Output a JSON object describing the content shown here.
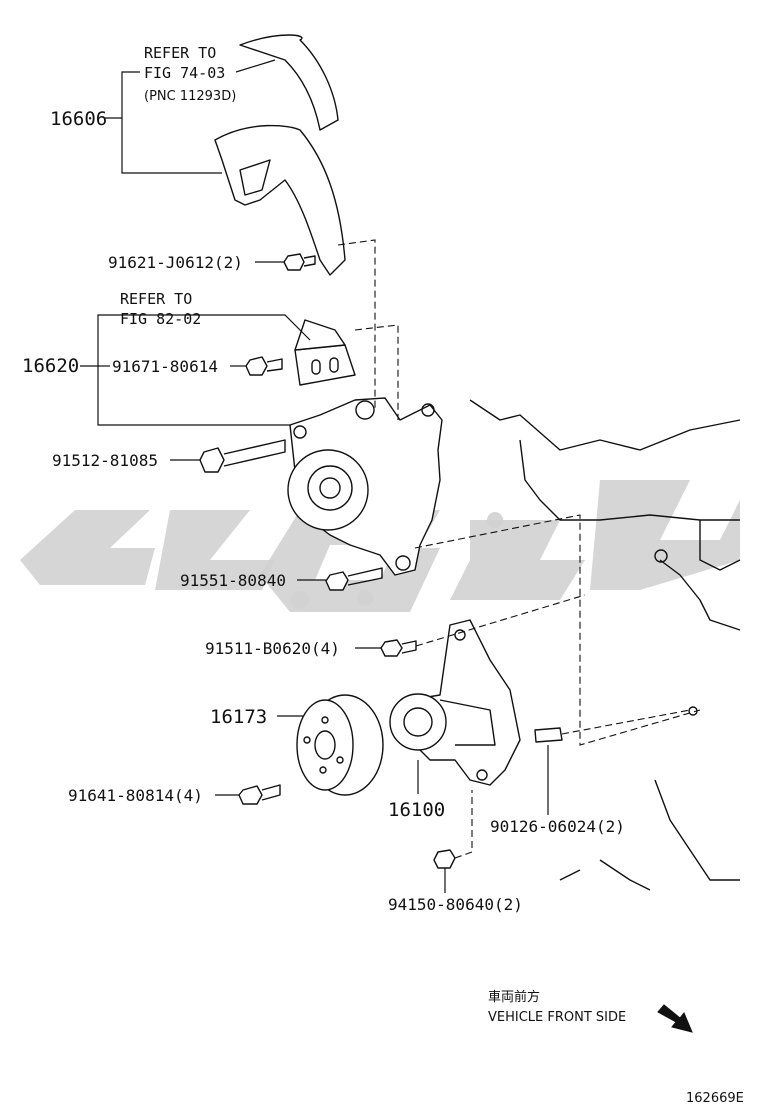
{
  "callouts": {
    "p16606": "16606",
    "refer1_line1": "REFER TO",
    "refer1_line2": "FIG 74-03",
    "refer1_line3": "(PNC 11293D)",
    "p91621": "91621-J0612(2)",
    "refer2_line1": "REFER TO",
    "refer2_line2": "FIG 82-02",
    "p16620": "16620",
    "p91671": "91671-80614",
    "p91512": "91512-81085",
    "p91551": "91551-80840",
    "p91511": "91511-B0620(4)",
    "p16173": "16173",
    "p91641": "91641-80814(4)",
    "p16100": "16100",
    "p90126": "90126-06024(2)",
    "p94150": "94150-80640(2)"
  },
  "orientation": {
    "japanese": "車両前方",
    "english": "VEHICLE FRONT SIDE",
    "arrow_icon": "arrow-down-right-icon"
  },
  "figure_id": "162669E",
  "watermark": {
    "color": "#d2d2d2"
  }
}
